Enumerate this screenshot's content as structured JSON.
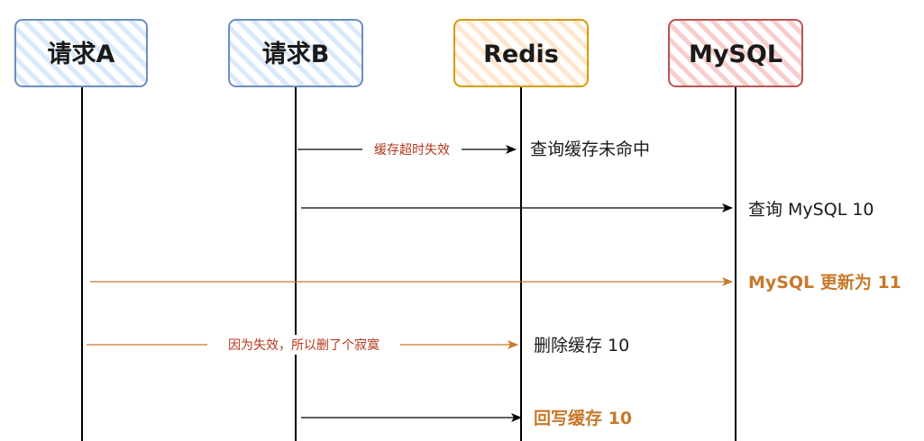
{
  "actors": [
    {
      "label": "请求A",
      "stroke": "#6c8ebf",
      "fill": "#dae8fc"
    },
    {
      "label": "请求B",
      "stroke": "#6c8ebf",
      "fill": "#dae8fc"
    },
    {
      "label": "Redis",
      "stroke": "#d79b00",
      "fill": "#ffe6cc"
    },
    {
      "label": "MySQL",
      "stroke": "#b85450",
      "fill": "#f8cecc"
    }
  ],
  "messages": [
    {
      "label": "缓存超时失效",
      "color": "#b5361b"
    },
    {
      "label": "",
      "color": "#000000"
    },
    {
      "label": "",
      "color": "#c8782a"
    },
    {
      "label": "因为失效，所以删了个寂寞",
      "color": "#b5361b"
    },
    {
      "label": "",
      "color": "#000000"
    }
  ],
  "notes": [
    {
      "text": "查询缓存未命中"
    },
    {
      "text": "查询 MySQL 10"
    },
    {
      "text": "MySQL 更新为 11",
      "color": "#c8782a"
    },
    {
      "text": "删除缓存 10"
    },
    {
      "text": "回写缓存 10",
      "color": "#c8782a"
    }
  ]
}
